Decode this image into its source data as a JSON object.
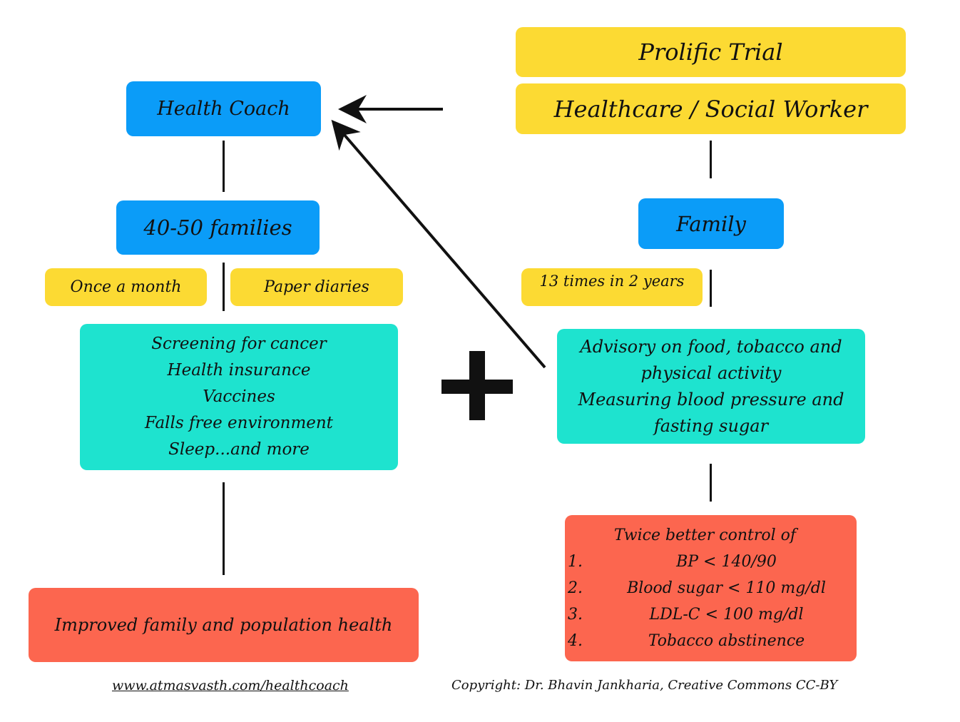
{
  "right_header": {
    "title": "Prolific Trial",
    "subtitle": "Healthcare / Social Worker"
  },
  "left": {
    "coach": "Health Coach",
    "families": "40-50 families",
    "frequency": "Once a month",
    "method": "Paper diaries",
    "services": [
      "Screening for cancer",
      "Health insurance",
      "Vaccines",
      "Falls free environment",
      "Sleep...and more"
    ],
    "outcome": "Improved family and population health"
  },
  "right": {
    "family": "Family",
    "frequency": "13 times in 2 years",
    "advisory": [
      "Advisory on food, tobacco and",
      "physical activity",
      "Measuring blood pressure and",
      "fasting sugar"
    ],
    "result_title": "Twice better control of",
    "results": [
      {
        "num": "1.",
        "text": "BP < 140/90"
      },
      {
        "num": "2.",
        "text": "Blood sugar < 110 mg/dl"
      },
      {
        "num": "3.",
        "text": "LDL-C < 100 mg/dl"
      },
      {
        "num": "4.",
        "text": "Tobacco abstinence"
      }
    ]
  },
  "footer": {
    "link": "www.atmasvasth.com/healthcoach",
    "copyright": "Copyright: Dr. Bhavin Jankharia, Creative Commons CC-BY"
  },
  "colors": {
    "yellow": "#fcda33",
    "blue": "#0b9cf8",
    "teal": "#1ee3cf",
    "red": "#fc664f"
  },
  "icons": [
    "plus-icon",
    "arrow-left-icon",
    "arrow-diagonal-icon"
  ]
}
